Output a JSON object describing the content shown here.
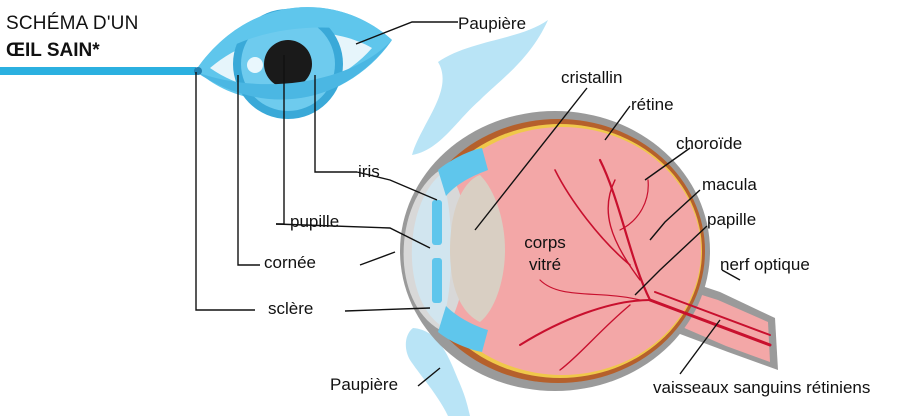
{
  "title": {
    "line1": "SCHÉMA D'UN",
    "line2": "ŒIL SAIN*"
  },
  "labels": {
    "paupiere_top": "Paupière",
    "cristallin": "cristallin",
    "retine": "rétine",
    "choroide": "choroïde",
    "iris": "iris",
    "macula": "macula",
    "pupille": "pupille",
    "papille": "papille",
    "corps_line1": "corps",
    "corps_line2": "vitré",
    "cornee": "cornée",
    "nerf_optique": "nerf optique",
    "sclere": "sclère",
    "paupiere_bottom": "Paupière",
    "vaisseaux": "vaisseaux sanguins rétiniens"
  },
  "colors": {
    "accent": "#2bb0e0",
    "iris_blue": "#5fc6ec",
    "eyelid": "#b9e4f6",
    "vitreous": "#f3a7a7",
    "vessel": "#c8102e",
    "retina_line": "#f0c84a",
    "sclera_grey": "#9a9a9a"
  }
}
